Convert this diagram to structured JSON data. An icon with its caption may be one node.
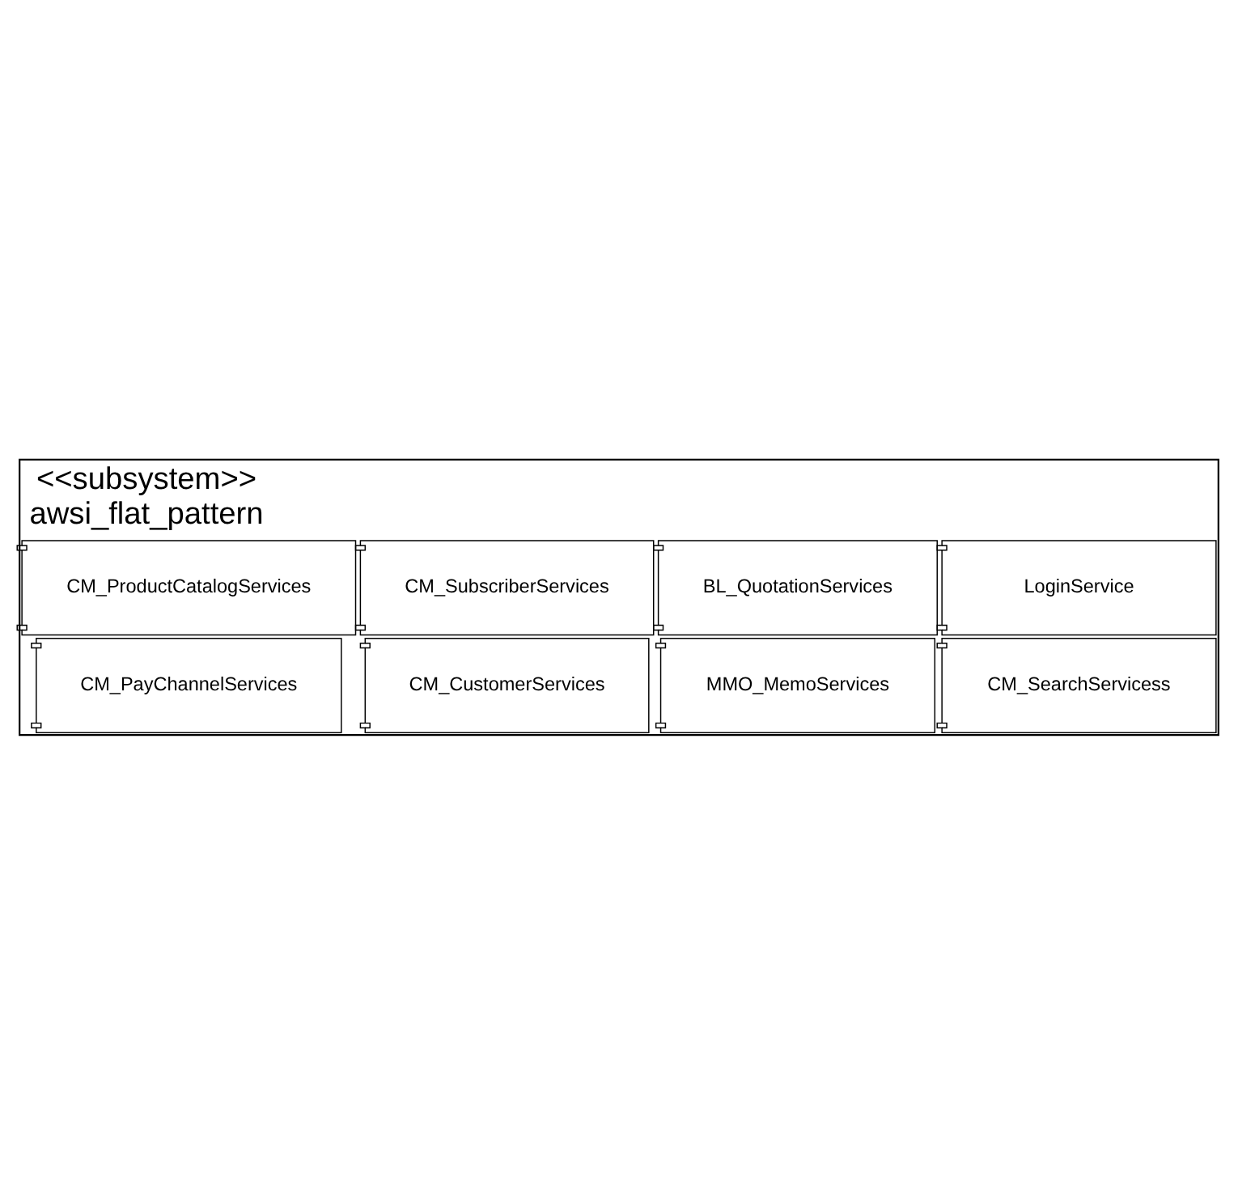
{
  "diagram": {
    "nodes": [
      {
        "text": [
          "<<subsystem>>",
          "awsi_flat_pattern"
        ]
      },
      {
        "text": [
          "BL_QuotationServices"
        ],
        "in": 0
      },
      {
        "text": [
          "CM_SubscriberServices"
        ],
        "in": 0
      },
      {
        "text": [
          "MMO_MemoServices"
        ],
        "in": 0
      },
      {
        "text": [
          "CM_CustomerServices"
        ],
        "in": 0
      },
      {
        "text": [
          "LoginService"
        ],
        "in": 0
      },
      {
        "text": [
          "CM_PayChannelServices"
        ],
        "in": 0
      },
      {
        "text": [
          "CM_SearchServicess"
        ],
        "in": 0
      },
      {
        "text": [
          "CM_ProductCatalogServices"
        ],
        "in": 0
      }
    ]
  }
}
